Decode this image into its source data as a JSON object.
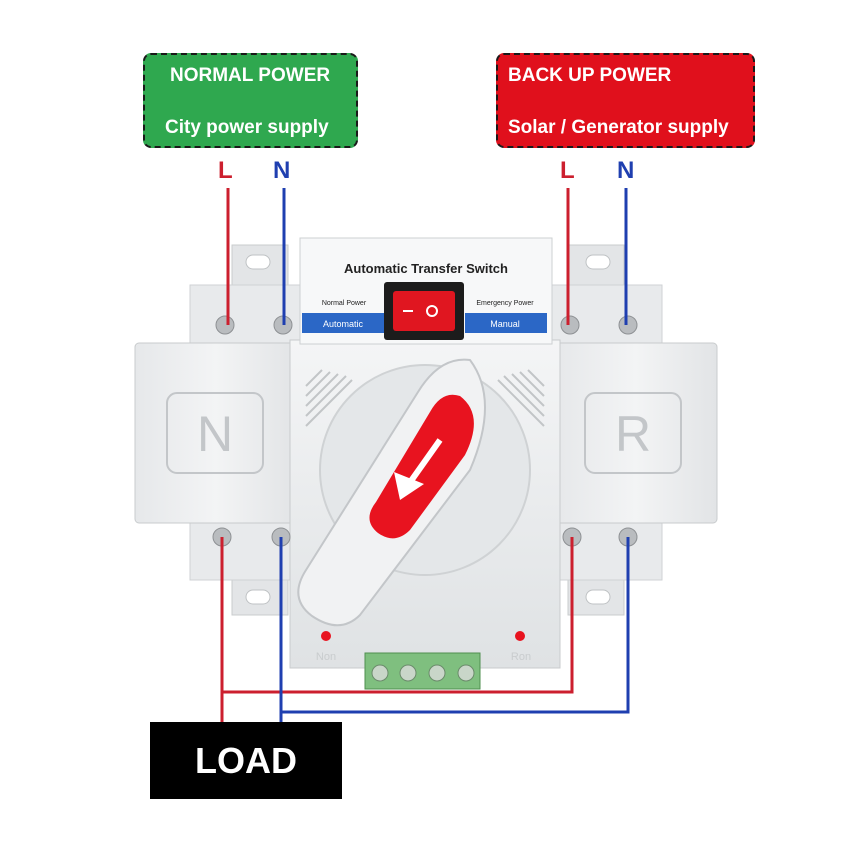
{
  "normal_source": {
    "title": "NORMAL POWER",
    "subtitle": "City power supply",
    "color": "#2fa84f",
    "line_label": "L",
    "neutral_label": "N"
  },
  "backup_source": {
    "title": "BACK UP POWER",
    "subtitle": "Solar / Generator supply",
    "color": "#e0101c",
    "line_label": "L",
    "neutral_label": "N"
  },
  "wire_colors": {
    "line": "#cc1f2e",
    "neutral": "#1f3fb0"
  },
  "device": {
    "title": "Automatic Transfer Switch",
    "left_mode": "Normal Power",
    "right_mode": "Emergency Power",
    "auto_label": "Automatic",
    "manual_label": "Manual",
    "left_module": "N",
    "right_module": "R",
    "left_indicator": "Non",
    "right_indicator": "Ron",
    "handle_color": "#e8131f",
    "body_color": "#eceeef"
  },
  "load": {
    "label": "LOAD"
  }
}
